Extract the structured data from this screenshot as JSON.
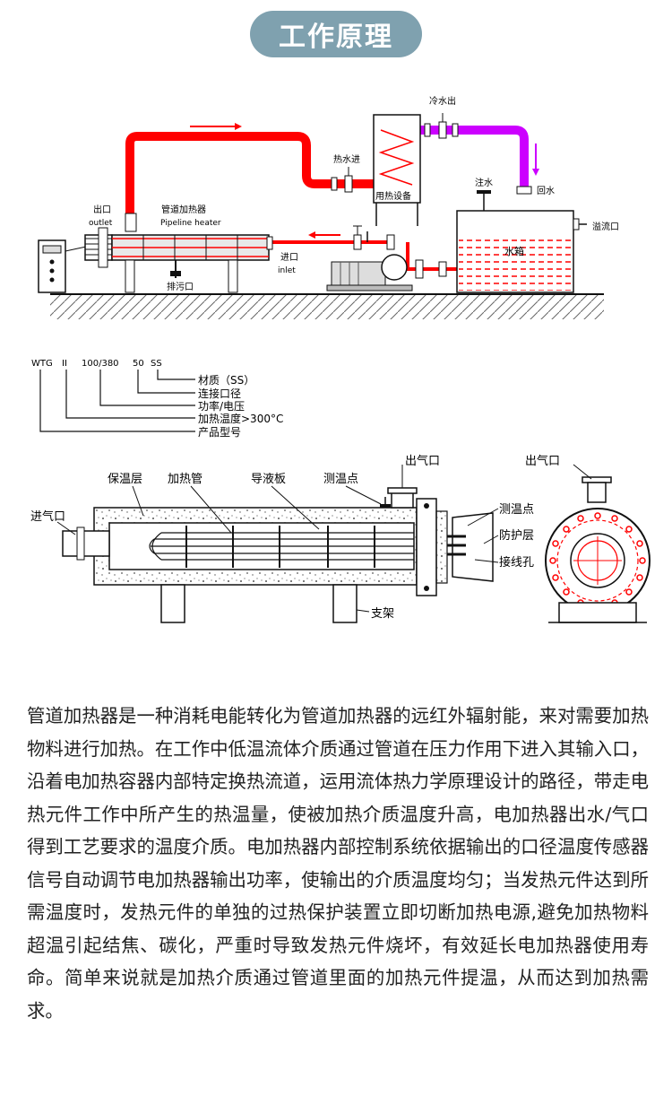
{
  "page_title": "工作原理",
  "diagram1": {
    "arrow_note": "",
    "outlet_cn": "出口",
    "outlet_en": "outlet",
    "heater_cn": "管道加热器",
    "heater_en": "Pipeline heater",
    "drain": "排污口",
    "inlet_cn": "进口",
    "inlet_en": "inlet",
    "hot_in": "热水进",
    "cold_out": "冷水出",
    "device": "用热设备",
    "fill": "注水",
    "return": "回水",
    "overflow": "溢流口",
    "tank": "水箱"
  },
  "model": {
    "codes": [
      "WTG",
      "II",
      "100/380",
      "50",
      "SS"
    ],
    "legend": [
      "材质（SS）",
      "连接口径",
      "功率/电压",
      "加热温度>300°C",
      "产品型号"
    ]
  },
  "diagram2": {
    "gas_in": "进气口",
    "insulation": "保温层",
    "heat_tube": "加热管",
    "baffle": "导液板",
    "temp_point": "测温点",
    "gas_out": "出气口",
    "temp_point2": "测温点",
    "protect": "防护层",
    "wiring": "接线孔",
    "support": "支架",
    "gas_out_side": "出气口"
  },
  "description": "管道加热器是一种消耗电能转化为管道加热器的远红外辐射能，来对需要加热物料进行加热。在工作中低温流体介质通过管道在压力作用下进入其输入口，沿着电加热容器内部特定换热流道，运用流体热力学原理设计的路径，带走电热元件工作中所产生的热温量，使被加热介质温度升高，电加热器出水/气口得到工艺要求的温度介质。电加热器内部控制系统依据输出的口径温度传感器信号自动调节电加热器输出功率，使输出的介质温度均匀；当发热元件达到所需温度时，发热元件的单独的过热保护装置立即切断加热电源,避免加热物料超温引起结焦、碳化，严重时导致发热元件烧坏，有效延长电加热器使用寿命。简单来说就是加热介质通过管道里面的加热元件提温，从而达到加热需求。",
  "colors": {
    "accent": "#7fa1af",
    "hot_pipe": "#ff0000",
    "cold_pipe": "#cc00ff",
    "line": "#111111"
  }
}
